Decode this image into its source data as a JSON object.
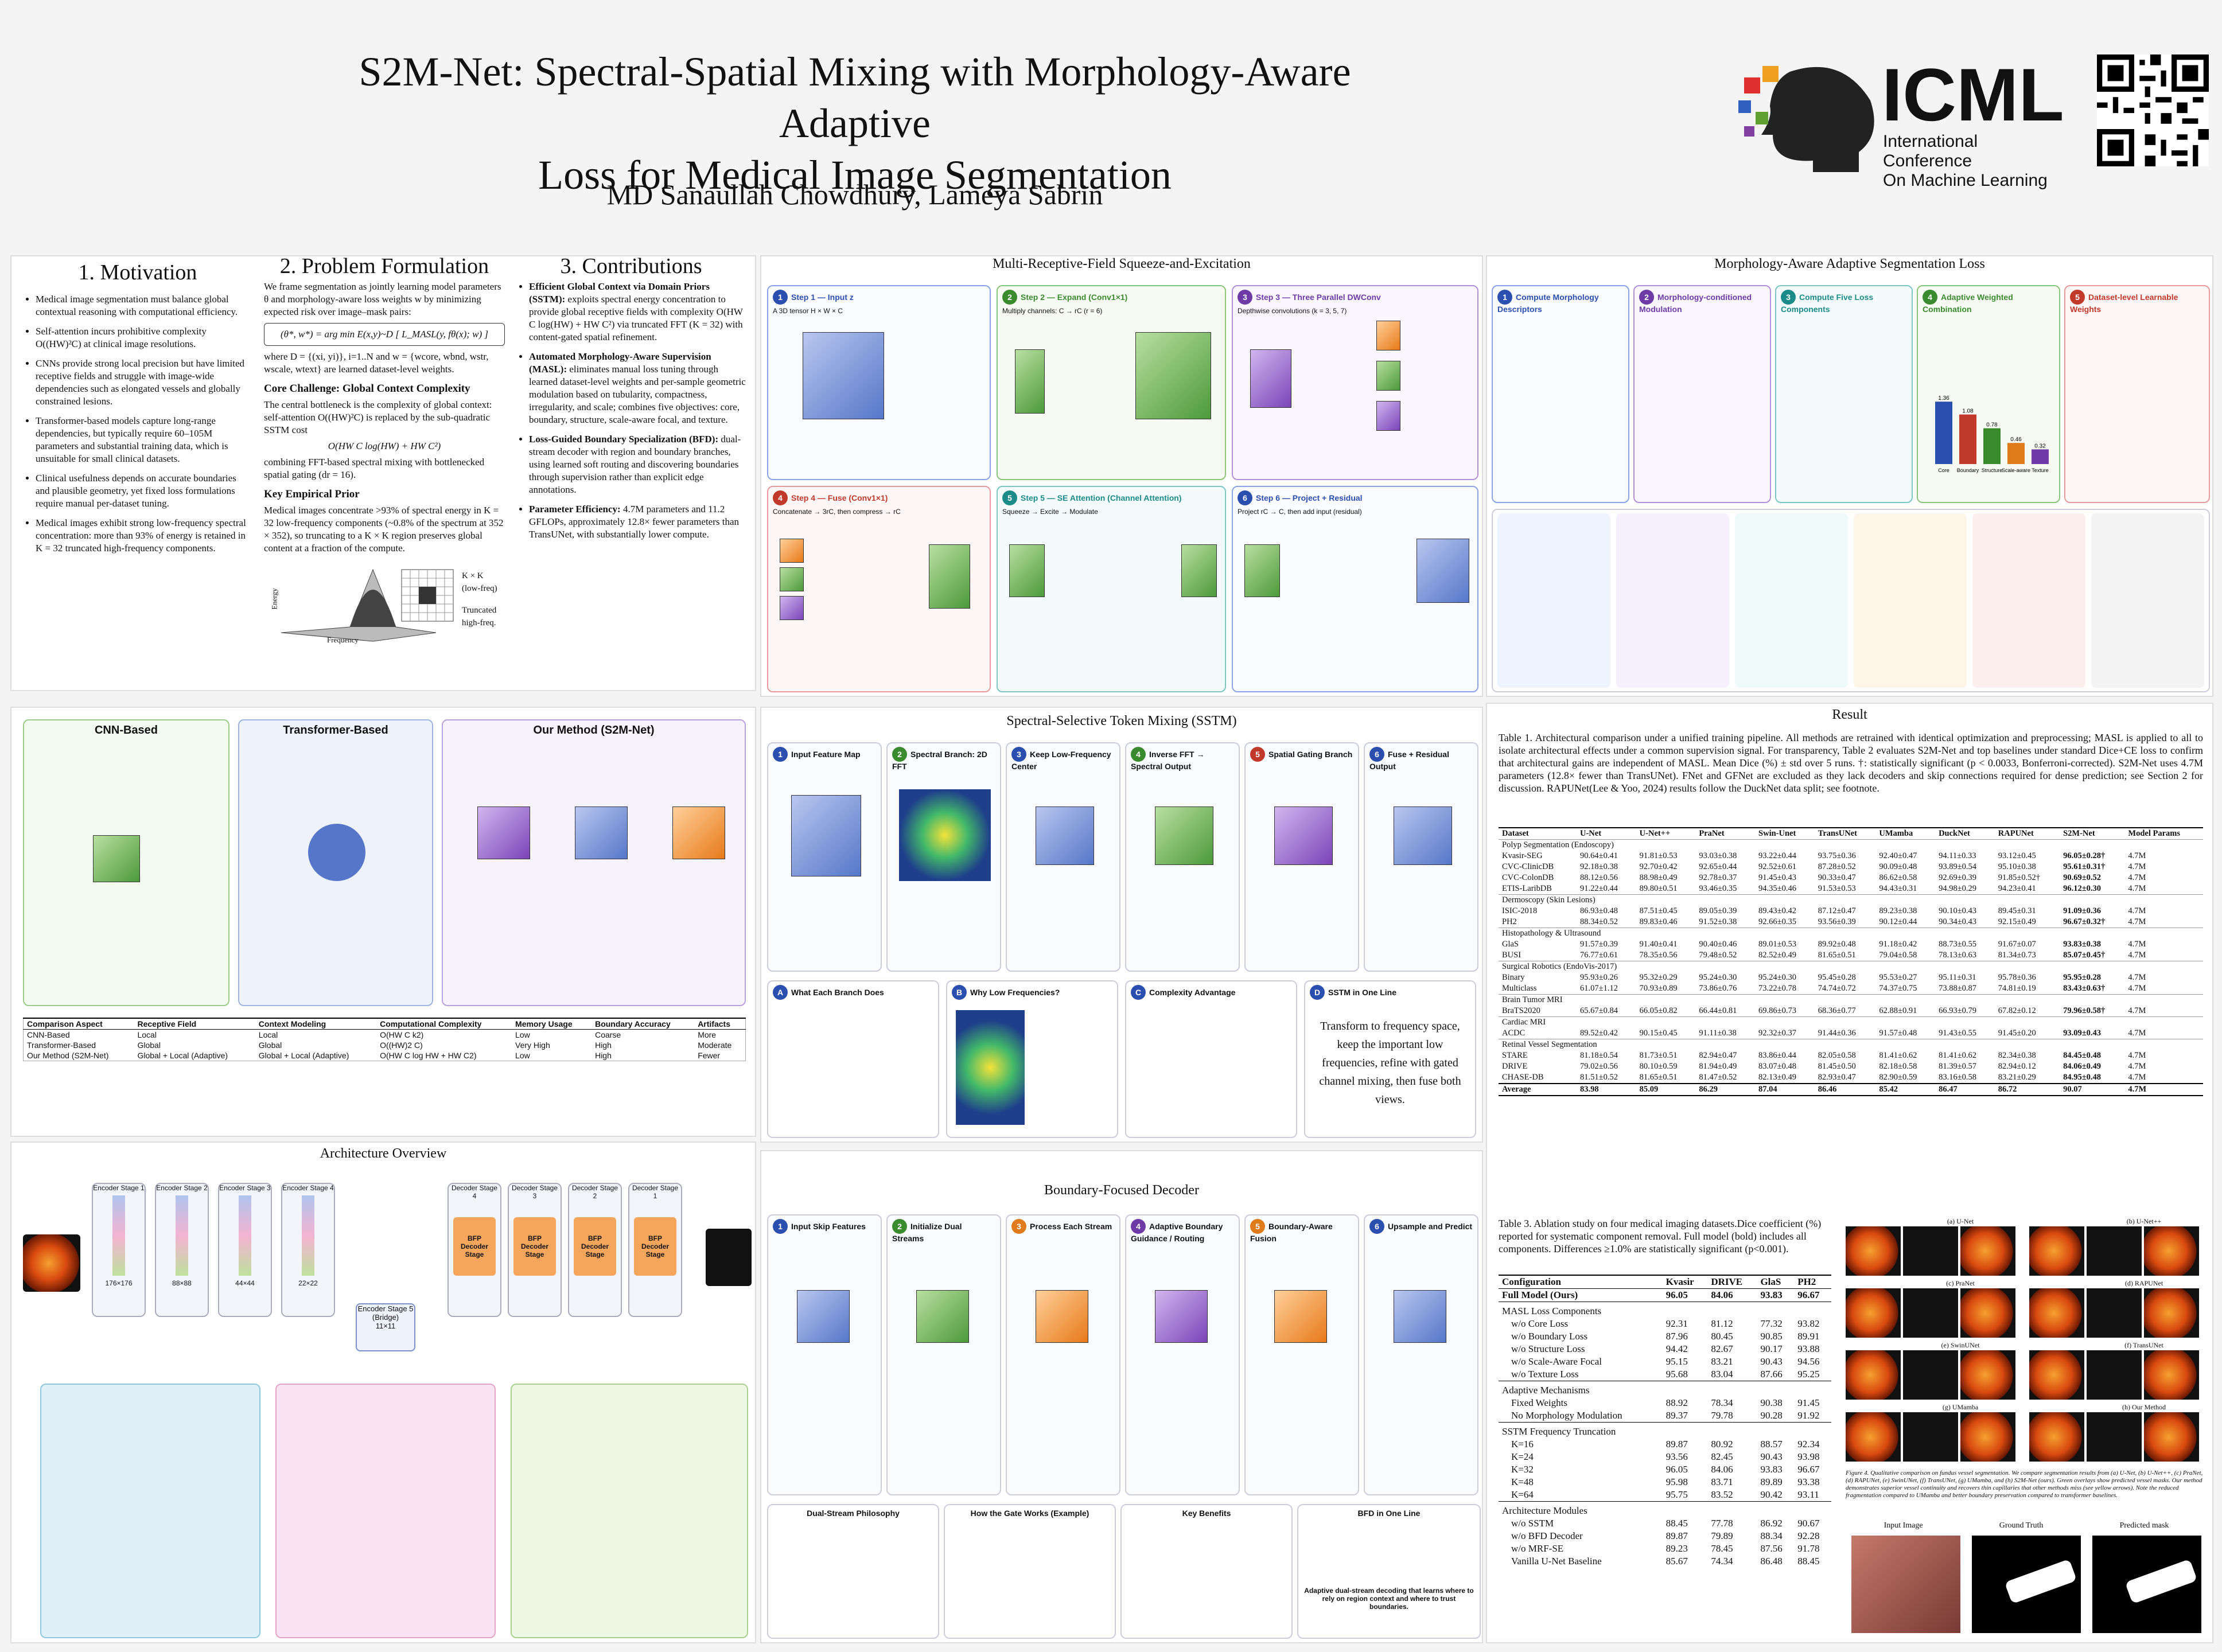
{
  "header": {
    "title_line1": "S2M-Net: Spectral-Spatial Mixing with Morphology-Aware Adaptive",
    "title_line2": "Loss for Medical Image Segmentation",
    "authors": "MD Sanaullah Chowdhury, Lameya Sabrin",
    "logo_text": "ICML",
    "logo_sub1": "International Conference",
    "logo_sub2": "On Machine Learning"
  },
  "motivation": {
    "heading": "1. Motivation",
    "bullets": [
      "Medical image segmentation must balance global contextual reasoning with computational efficiency.",
      "Self-attention incurs prohibitive complexity O((HW)²C) at clinical image resolutions.",
      "CNNs provide strong local precision but have limited receptive fields and struggle with image-wide dependencies such as elongated vessels and globally constrained lesions.",
      "Transformer-based models capture long-range dependencies, but typically require 60–105M parameters and substantial training data, which is unsuitable for small clinical datasets.",
      "Clinical usefulness depends on accurate boundaries and plausible geometry, yet fixed loss formulations require manual per-dataset tuning.",
      "Medical images exhibit strong low-frequency spectral concentration: more than 93% of energy is retained in K = 32 truncated high-frequency components."
    ]
  },
  "problem": {
    "heading": "2. Problem Formulation",
    "intro": "We frame segmentation as jointly learning model parameters θ and morphology-aware loss weights w by minimizing expected risk over image–mask pairs:",
    "equation": "(θ*, w*) = arg min E(x,y)~D [ L_MASL(y, fθ(x); w) ]",
    "where": "where D = {(xi, yi)}, i=1..N and w = {wcore, wbnd, wstr, wscale, wtext} are learned dataset-level weights.",
    "core_title": "Core Challenge: Global Context Complexity",
    "core_text": "The central bottleneck is the complexity of global context: self-attention O((HW)²C) is replaced by the sub-quadratic SSTM cost",
    "core_eq": "O(HW C log(HW) + HW C²)",
    "core_text2": "combining FFT-based spectral mixing with bottlenecked spatial gating (dr = 16).",
    "prior_title": "Key Empirical Prior",
    "prior_text": "Medical images concentrate >93% of spectral energy in K = 32 low-frequency components (~0.8% of the spectrum at 352 × 352), so truncating to a K × K region preserves global content at a fraction of the compute.",
    "fig_label1": "K × K",
    "fig_label2": "(low-freq)",
    "fig_label3": "Truncated",
    "fig_label4": "high-freq.",
    "axis_energy": "Energy",
    "axis_freq": "Frequency"
  },
  "contrib": {
    "heading": "3. Contributions",
    "items": [
      {
        "title": "Efficient Global Context via Domain Priors (SSTM):",
        "text": "exploits spectral energy concentration to provide global receptive fields with complexity O(HW C log(HW) + HW C²) via truncated FFT (K = 32) with content-gated spatial refinement."
      },
      {
        "title": "Automated Morphology-Aware Supervision (MASL):",
        "text": "eliminates manual loss tuning through learned dataset-level weights and per-sample geometric modulation based on tubularity, compactness, irregularity, and scale; combines five objectives: core, boundary, structure, scale-aware focal, and texture."
      },
      {
        "title": "Loss-Guided Boundary Specialization (BFD):",
        "text": "dual-stream decoder with region and boundary branches, using learned soft routing and discovering boundaries through supervision rather than explicit edge annotations."
      },
      {
        "title": "Parameter Efficiency:",
        "text": "4.7M parameters and 11.2 GFLOPs, approximately 12.8× fewer parameters than TransUNet, with substantially lower compute."
      }
    ]
  },
  "sections": {
    "msse": "Multi-Receptive-Field Squeeze-and-Excitation",
    "masl": "Morphology-Aware Adaptive Segmentation Loss",
    "sstm": "Spectral-Selective Token Mixing (SSTM)",
    "bfd": "Boundary-Focused Decoder",
    "arch": "Architecture Overview",
    "result": "Result"
  },
  "msse_steps": [
    {
      "n": "1",
      "title": "Step 1 — Input z",
      "sub": "A 3D tensor  H × W × C"
    },
    {
      "n": "2",
      "title": "Step 2 — Expand (Conv1×1)",
      "sub": "Multiply channels: C → rC (r = 6)"
    },
    {
      "n": "3",
      "title": "Step 3 — Three Parallel DWConv",
      "sub": "Depthwise convolutions (k = 3, 5, 7)"
    },
    {
      "n": "4",
      "title": "Step 4 — Fuse (Conv1×1)",
      "sub": "Concatenate → 3rC, then compress → rC"
    },
    {
      "n": "5",
      "title": "Step 5 — SE Attention (Channel Attention)",
      "sub": "Squeeze → Excite → Modulate"
    },
    {
      "n": "6",
      "title": "Step 6 — Project + Residual",
      "sub": "Project rC → C, then add input (residual)"
    }
  ],
  "masl_steps": [
    {
      "n": "1",
      "title": "Compute Morphology Descriptors"
    },
    {
      "n": "2",
      "title": "Morphology-conditioned Modulation"
    },
    {
      "n": "3",
      "title": "Compute Five Loss Components"
    },
    {
      "n": "4",
      "title": "Adaptive Weighted Combination"
    },
    {
      "n": "5",
      "title": "Dataset-level Learnable Weights"
    }
  ],
  "masl_bar": {
    "categories": [
      "Core",
      "Boundary",
      "Structure",
      "Scale-aware",
      "Texture"
    ],
    "values": [
      1.36,
      1.08,
      0.78,
      0.46,
      0.32
    ]
  },
  "sstm_steps": [
    {
      "n": "1",
      "title": "Input Feature Map"
    },
    {
      "n": "2",
      "title": "Spectral Branch: 2D FFT"
    },
    {
      "n": "3",
      "title": "Keep Low-Frequency Center"
    },
    {
      "n": "4",
      "title": "Inverse FFT → Spectral Output"
    },
    {
      "n": "5",
      "title": "Spatial Gating Branch"
    },
    {
      "n": "6",
      "title": "Fuse + Residual Output"
    }
  ],
  "sstm_bottom": [
    {
      "n": "A",
      "title": "What Each Branch Does"
    },
    {
      "n": "B",
      "title": "Why Low Frequencies?"
    },
    {
      "n": "C",
      "title": "Complexity Advantage"
    },
    {
      "n": "D",
      "title": "SSTM in One Line",
      "text": "Transform to frequency space, keep the important low frequencies, refine with gated channel mixing, then fuse both views."
    }
  ],
  "bfd_steps": [
    {
      "n": "1",
      "title": "Input Skip Features"
    },
    {
      "n": "2",
      "title": "Initialize Dual Streams"
    },
    {
      "n": "3",
      "title": "Process Each Stream"
    },
    {
      "n": "4",
      "title": "Adaptive Boundary Guidance / Routing"
    },
    {
      "n": "5",
      "title": "Boundary-Aware Fusion"
    },
    {
      "n": "6",
      "title": "Upsample and Predict"
    }
  ],
  "bfd_bottom": [
    {
      "title": "Dual-Stream Philosophy"
    },
    {
      "title": "How the Gate Works (Example)"
    },
    {
      "title": "Key Benefits"
    },
    {
      "title": "BFD in One Line",
      "text": "Adaptive dual-stream decoding that learns where to rely on region context and where to trust boundaries."
    }
  ],
  "compare": {
    "cols": [
      "CNN-Based",
      "Transformer-Based",
      "Our Method (S2M-Net)"
    ],
    "table_head": [
      "Comparison Aspect",
      "Receptive Field",
      "Context Modeling",
      "Computational Complexity",
      "Memory Usage",
      "Boundary Accuracy",
      "Artifacts"
    ],
    "rows": [
      [
        "CNN-Based",
        "Local",
        "Local",
        "O(HW C k2)",
        "Low",
        "Coarse",
        "More"
      ],
      [
        "Transformer-Based",
        "Global",
        "Global",
        "O((HW)2 C)",
        "Very High",
        "High",
        "Moderate"
      ],
      [
        "Our Method (S2M-Net)",
        "Global + Local (Adaptive)",
        "Global + Local (Adaptive)",
        "O(HW C log HW + HW C2)",
        "Low",
        "High",
        "Fewer"
      ]
    ]
  },
  "arch": {
    "encoders": [
      "Encoder Stage 1",
      "Encoder Stage 2",
      "Encoder Stage 3",
      "Encoder Stage 4"
    ],
    "enc_sizes": [
      "176×176",
      "88×88",
      "44×44",
      "22×22"
    ],
    "bridge": "Encoder Stage 5 (Bridge)",
    "bridge_size": "11×11",
    "decoders": [
      "Decoder Stage 4",
      "Decoder Stage 3",
      "Decoder Stage 2",
      "Decoder Stage 1"
    ],
    "bfp": "BFP Decoder Stage"
  },
  "table2": {
    "caption": "Table 1. Architectural comparison under a unified training pipeline. All methods are retrained with identical optimization and preprocessing; MASL is applied to all to isolate architectural effects under a common supervision signal. For transparency, Table 2 evaluates S2M-Net and top baselines under standard Dice+CE loss to confirm that architectural gains are independent of MASL. Mean Dice (%) ± std over 5 runs. †: statistically significant (p < 0.0033, Bonferroni-corrected). S2M-Net uses 4.7M parameters (12.8× fewer than TransUNet). FNet and GFNet are excluded as they lack decoders and skip connections required for dense prediction; see Section 2 for discussion. RAPUNet(Lee & Yoo, 2024) results follow the DuckNet data split; see footnote.",
    "head": [
      "Dataset",
      "U-Net",
      "U-Net++",
      "PraNet",
      "Swin-Unet",
      "TransUNet",
      "UMamba",
      "DuckNet",
      "RAPUNet",
      "S2M-Net",
      "Model Params"
    ],
    "groups": [
      {
        "name": "Polyp Segmentation (Endoscopy)",
        "rows": [
          [
            "Kvasir-SEG",
            "90.64±0.41",
            "91.81±0.53",
            "93.03±0.38",
            "93.22±0.44",
            "93.75±0.36",
            "92.40±0.47",
            "94.11±0.33",
            "93.12±0.45",
            "96.05±0.28†",
            "4.7M"
          ],
          [
            "CVC-ClinicDB",
            "92.18±0.38",
            "92.70±0.42",
            "92.65±0.44",
            "92.52±0.61",
            "87.28±0.52",
            "90.09±0.48",
            "93.89±0.54",
            "95.10±0.38",
            "95.61±0.31†",
            "4.7M"
          ],
          [
            "CVC-ColonDB",
            "88.12±0.56",
            "88.98±0.49",
            "92.78±0.37",
            "91.45±0.43",
            "90.33±0.47",
            "86.62±0.58",
            "92.69±0.39",
            "91.85±0.52†",
            "90.69±0.52",
            "4.7M"
          ],
          [
            "ETIS-LaribDB",
            "91.22±0.44",
            "89.80±0.51",
            "93.46±0.35",
            "94.35±0.46",
            "91.53±0.53",
            "94.43±0.31",
            "94.98±0.29",
            "94.23±0.41",
            "96.12±0.30",
            "4.7M"
          ]
        ]
      },
      {
        "name": "Dermoscopy (Skin Lesions)",
        "rows": [
          [
            "ISIC-2018",
            "86.93±0.48",
            "87.51±0.45",
            "89.05±0.39",
            "89.43±0.42",
            "87.12±0.47",
            "89.23±0.38",
            "90.10±0.43",
            "89.45±0.31",
            "91.09±0.36",
            "4.7M"
          ],
          [
            "PH2",
            "88.34±0.52",
            "89.83±0.46",
            "91.52±0.38",
            "92.66±0.35",
            "93.56±0.39",
            "90.12±0.44",
            "90.34±0.43",
            "92.15±0.49",
            "96.67±0.32†",
            "4.7M"
          ]
        ]
      },
      {
        "name": "Histopathology & Ultrasound",
        "rows": [
          [
            "GlaS",
            "91.57±0.39",
            "91.40±0.41",
            "90.40±0.46",
            "89.01±0.53",
            "89.92±0.48",
            "91.18±0.42",
            "88.73±0.55",
            "91.67±0.07",
            "93.83±0.38",
            "4.7M"
          ],
          [
            "BUSI",
            "76.77±0.61",
            "78.35±0.56",
            "79.48±0.52",
            "82.52±0.49",
            "81.65±0.51",
            "79.04±0.58",
            "78.13±0.63",
            "81.34±0.73",
            "85.07±0.45†",
            "4.7M"
          ]
        ]
      },
      {
        "name": "Surgical Robotics (EndoVis-2017)",
        "rows": [
          [
            "Binary",
            "95.93±0.26",
            "95.32±0.29",
            "95.24±0.30",
            "95.24±0.30",
            "95.45±0.28",
            "95.53±0.27",
            "95.11±0.31",
            "95.78±0.36",
            "95.95±0.28",
            "4.7M"
          ],
          [
            "Multiclass",
            "61.07±1.12",
            "70.93±0.89",
            "73.86±0.76",
            "73.22±0.78",
            "74.74±0.72",
            "74.37±0.75",
            "73.88±0.87",
            "74.81±0.19",
            "83.43±0.63†",
            "4.7M"
          ]
        ]
      },
      {
        "name": "Brain Tumor MRI",
        "rows": [
          [
            "BraTS2020",
            "65.67±0.84",
            "66.05±0.82",
            "66.44±0.81",
            "69.86±0.73",
            "68.36±0.77",
            "62.88±0.91",
            "66.93±0.79",
            "67.82±0.12",
            "79.96±0.58†",
            "4.7M"
          ]
        ]
      },
      {
        "name": "Cardiac MRI",
        "rows": [
          [
            "ACDC",
            "89.52±0.42",
            "90.15±0.45",
            "91.11±0.38",
            "92.32±0.37",
            "91.44±0.36",
            "91.57±0.48",
            "91.43±0.55",
            "91.45±0.20",
            "93.09±0.43",
            "4.7M"
          ]
        ]
      },
      {
        "name": "Retinal Vessel Segmentation",
        "rows": [
          [
            "STARE",
            "81.18±0.54",
            "81.73±0.51",
            "82.94±0.47",
            "83.86±0.44",
            "82.05±0.58",
            "81.41±0.62",
            "81.41±0.62",
            "82.34±0.38",
            "84.45±0.48",
            "4.7M"
          ],
          [
            "DRIVE",
            "79.02±0.56",
            "80.10±0.59",
            "81.94±0.49",
            "83.07±0.48",
            "81.45±0.50",
            "82.18±0.58",
            "81.39±0.57",
            "82.94±0.12",
            "84.06±0.49",
            "4.7M"
          ],
          [
            "CHASE-DB",
            "81.51±0.52",
            "81.65±0.51",
            "81.47±0.52",
            "82.13±0.49",
            "82.93±0.47",
            "82.90±0.59",
            "83.16±0.58",
            "83.21±0.29",
            "84.95±0.48",
            "4.7M"
          ]
        ]
      }
    ],
    "avg": [
      "Average",
      "83.98",
      "85.09",
      "86.29",
      "87.04",
      "86.46",
      "85.42",
      "86.47",
      "86.72",
      "90.07",
      "4.7M"
    ]
  },
  "table3": {
    "caption": "Table 3. Ablation study on four medical imaging datasets.Dice coefficient (%) reported for systematic component removal. Full model (bold) includes all components. Differences ≥1.0% are statistically significant (p<0.001).",
    "head": [
      "Configuration",
      "Kvasir",
      "DRIVE",
      "GlaS",
      "PH2"
    ],
    "full": [
      "Full Model (Ours)",
      "96.05",
      "84.06",
      "93.83",
      "96.67"
    ],
    "sections": [
      {
        "title": "MASL Loss Components",
        "rows": [
          [
            "w/o Core Loss",
            "92.31",
            "81.12",
            "77.32",
            "93.82"
          ],
          [
            "w/o Boundary Loss",
            "87.96",
            "80.45",
            "90.85",
            "89.91"
          ],
          [
            "w/o Structure Loss",
            "94.42",
            "82.67",
            "90.17",
            "93.88"
          ],
          [
            "w/o Scale-Aware Focal",
            "95.15",
            "83.21",
            "90.43",
            "94.56"
          ],
          [
            "w/o Texture Loss",
            "95.68",
            "83.04",
            "87.66",
            "95.25"
          ]
        ]
      },
      {
        "title": "Adaptive Mechanisms",
        "rows": [
          [
            "Fixed Weights",
            "88.92",
            "78.34",
            "90.38",
            "91.45"
          ],
          [
            "No Morphology Modulation",
            "89.37",
            "79.78",
            "90.28",
            "91.92"
          ]
        ]
      },
      {
        "title": "SSTM Frequency Truncation",
        "rows": [
          [
            "K=16",
            "89.87",
            "80.92",
            "88.57",
            "92.34"
          ],
          [
            "K=24",
            "93.56",
            "82.45",
            "90.43",
            "93.98"
          ],
          [
            "K=32",
            "96.05",
            "84.06",
            "93.83",
            "96.67"
          ],
          [
            "K=48",
            "95.98",
            "83.71",
            "89.89",
            "93.38"
          ],
          [
            "K=64",
            "95.75",
            "83.52",
            "90.42",
            "93.11"
          ]
        ]
      },
      {
        "title": "Architecture Modules",
        "rows": [
          [
            "w/o SSTM",
            "88.45",
            "77.78",
            "86.92",
            "90.67"
          ],
          [
            "w/o BFD Decoder",
            "89.87",
            "79.89",
            "88.34",
            "92.28"
          ],
          [
            "w/o MRF-SE",
            "89.23",
            "78.45",
            "87.56",
            "91.78"
          ],
          [
            "Vanilla U-Net Baseline",
            "85.67",
            "74.34",
            "86.48",
            "88.45"
          ]
        ]
      }
    ]
  },
  "fig4": {
    "labels": [
      "(a) U-Net",
      "(b) U-Net++",
      "(c) PraNet",
      "(d) RAPUNet",
      "(e) SwinUNet",
      "(f) TransUNet",
      "(g) UMamba",
      "(h) Our Method"
    ],
    "caption": "Figure 4. Qualitative comparison on fundus vessel segmentation. We compare segmentation results from (a) U-Net, (b) U-Net++, (c) PraNet, (d) RAPUNet, (e) SwinUNet, (f) TransUNet, (g) UMamba, and (h) S2M-Net (ours). Green overlays show predicted vessel masks. Our method demonstrates superior vessel continuity and recovers thin capillaries that other methods miss (see yellow arrows). Note the reduced fragmentation compared to UMamba and better boundary preservation compared to transformer baselines.",
    "bottom_labels": [
      "Input Image",
      "Ground Truth",
      "Predicted mask"
    ]
  },
  "colors": {
    "blue": "#2b4fae",
    "green": "#3a8a2e",
    "purple": "#6d3aa6",
    "red": "#c0392b",
    "teal": "#1d8a8a",
    "orange": "#e07b1a"
  }
}
